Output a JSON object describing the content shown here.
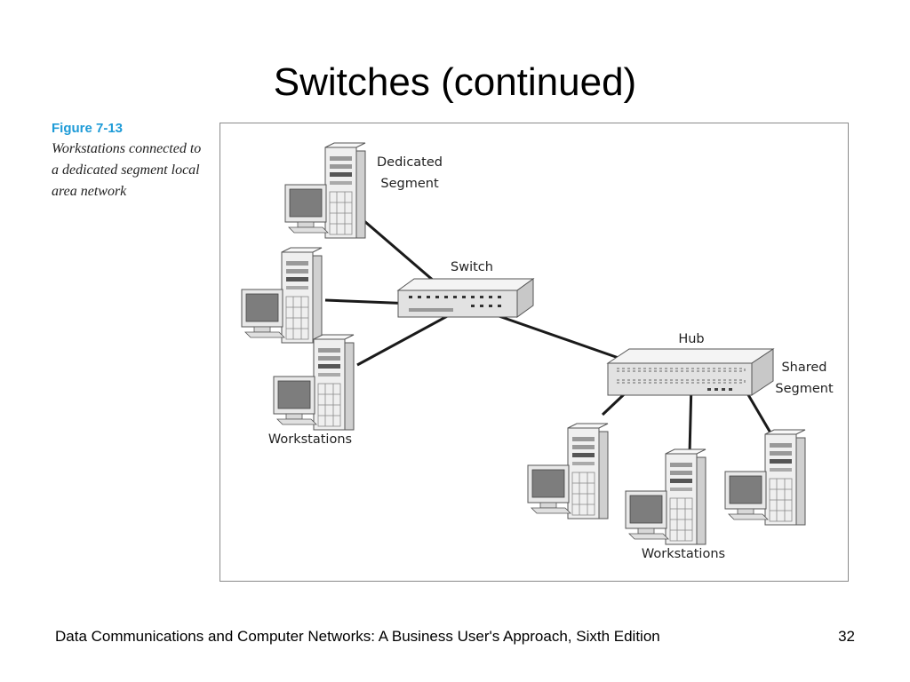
{
  "slide": {
    "title": "Switches (continued)",
    "footer": "Data Communications and Computer Networks: A Business User's Approach, Sixth Edition",
    "page_number": "32"
  },
  "caption": {
    "figure_number": "Figure 7-13",
    "text": "Workstations connected to a dedicated segment local area network"
  },
  "diagram": {
    "labels": {
      "dedicated_line1": "Dedicated",
      "dedicated_line2": "Segment",
      "switch": "Switch",
      "hub": "Hub",
      "shared_line1": "Shared",
      "shared_line2": "Segment",
      "workstations_left": "Workstations",
      "workstations_right": "Workstations"
    },
    "colors": {
      "caption_accent": "#1e9bd7",
      "cable": "#1a1a1a",
      "device_gray": "#e4e4e4"
    }
  }
}
